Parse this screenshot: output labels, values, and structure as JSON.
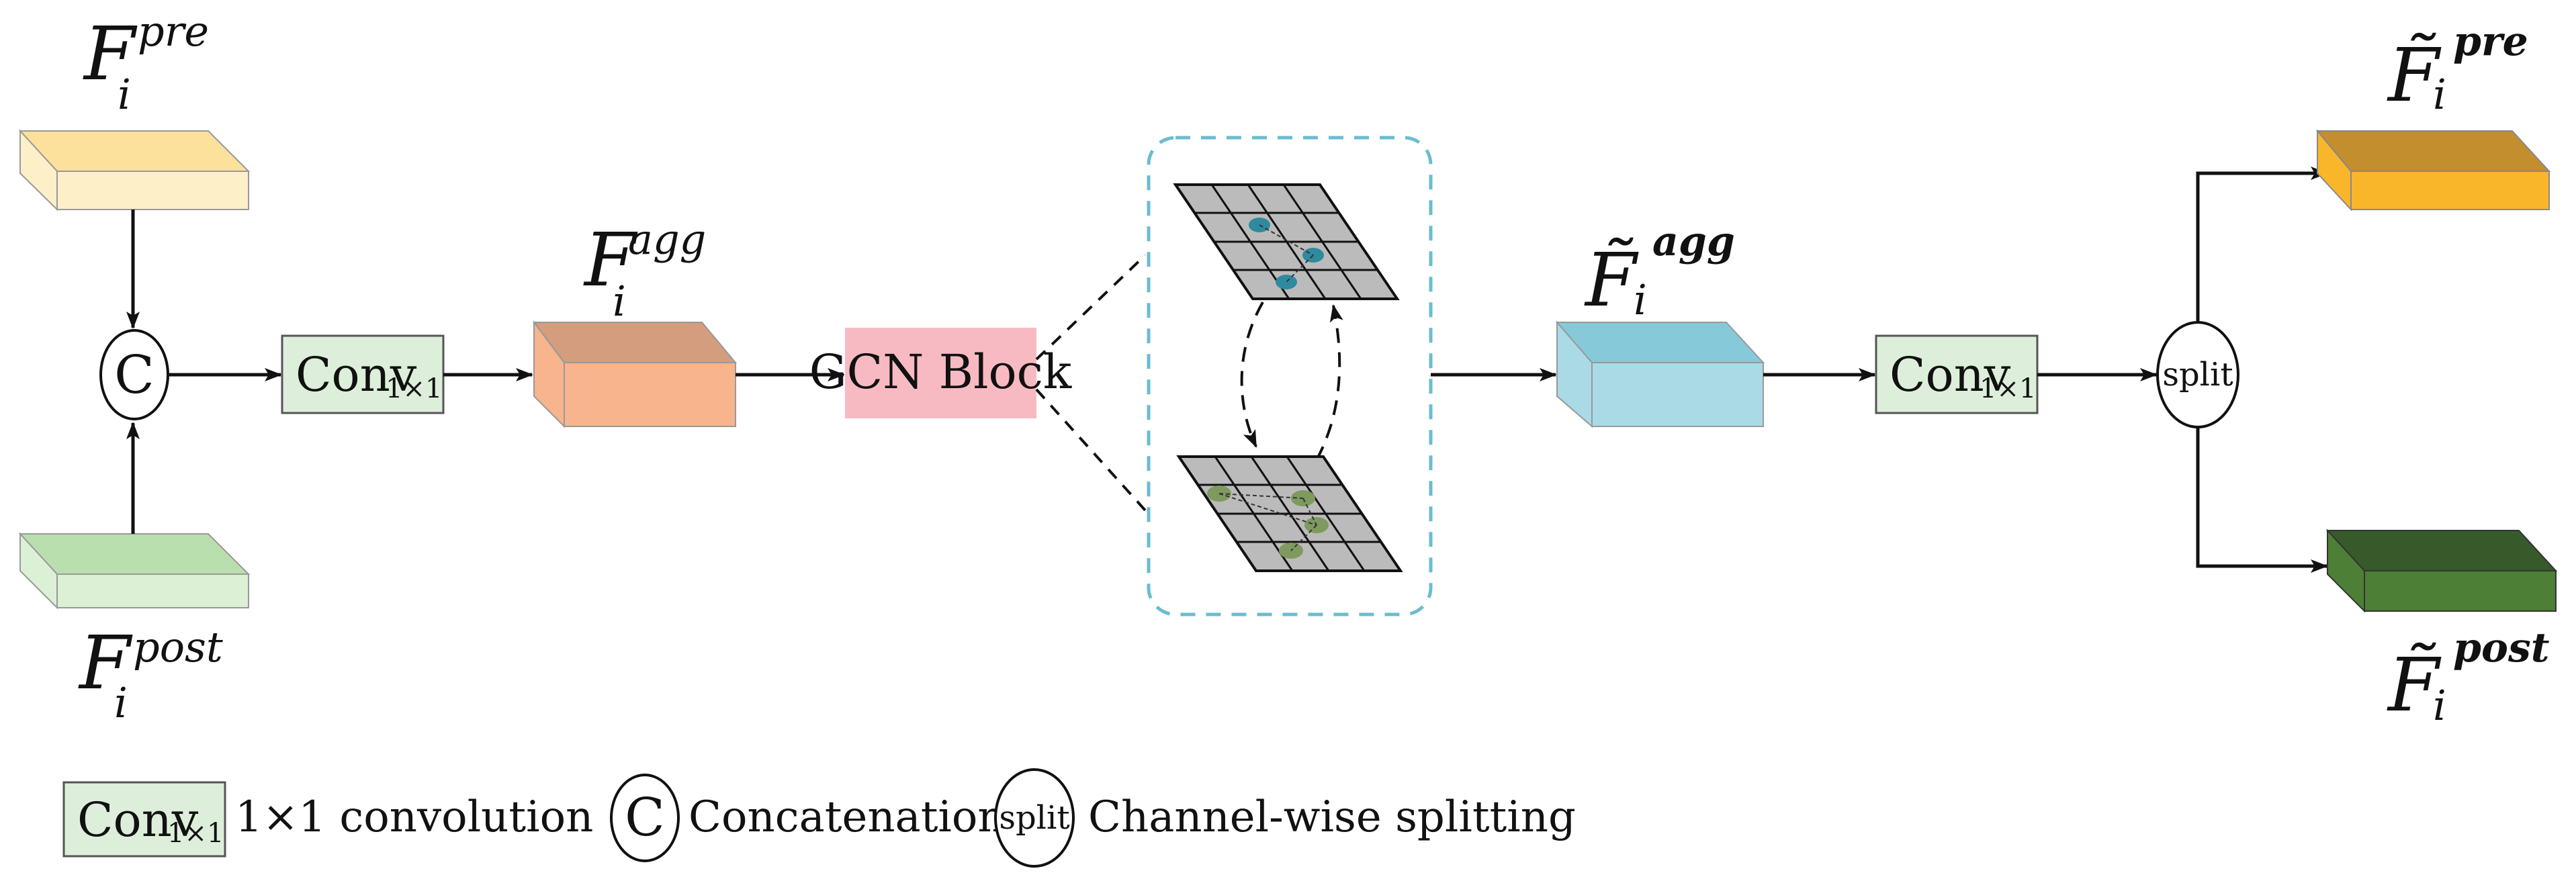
{
  "labels": {
    "f_pre": {
      "base": "F",
      "sub": "i",
      "sup": "pre"
    },
    "f_post": {
      "base": "F",
      "sub": "i",
      "sup": "post"
    },
    "f_agg": {
      "base": "F",
      "sub": "i",
      "sup": "agg"
    },
    "f_agg_tilde": {
      "base": "F̃",
      "sub": "i",
      "sup": "agg"
    },
    "f_pre_tilde": {
      "base": "F̃",
      "sub": "i",
      "sup": "pre"
    },
    "f_post_tilde": {
      "base": "F̃",
      "sub": "i",
      "sup": "post"
    }
  },
  "blocks": {
    "concat_symbol": "C",
    "conv_main": "Conv",
    "conv_sub": "1×1",
    "gcn": "GCN Block",
    "split": "split"
  },
  "legend": {
    "conv_main": "Conv",
    "conv_sub": "1×1",
    "conv_desc": "1×1 convolution",
    "concat_symbol": "C",
    "concat_desc": "Concatenation",
    "split_symbol": "split",
    "split_desc": "Channel-wise splitting"
  },
  "colors": {
    "pre_front": "#FDEFC8",
    "pre_top": "#FCE19C",
    "post_front": "#DCF0D6",
    "post_top": "#B9DFAE",
    "agg_front": "#F7B48D",
    "agg_top": "#D49D7E",
    "agg_tilde_front": "#A9DAE6",
    "agg_tilde_top": "#86C9D8",
    "pre_tilde_front": "#FAB62A",
    "pre_tilde_top": "#C38E2E",
    "post_tilde_front": "#4D7F36",
    "post_tilde_top": "#365A2A",
    "conv_fill": "#DDEFDA",
    "gcn_fill": "#F8BAC2",
    "grid_fill": "#BBBBBB",
    "node_blue": "#2F8AA0",
    "node_green": "#7E9A5F",
    "dashed_frame": "#6BBCD0"
  }
}
